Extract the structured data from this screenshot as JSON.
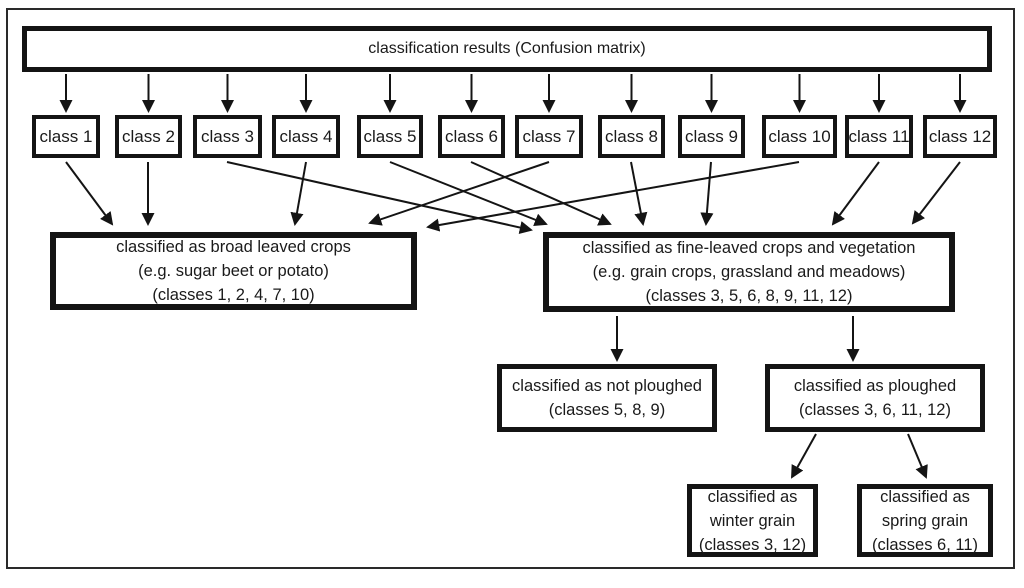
{
  "diagram": {
    "root_label": "classification results (Confusion matrix)",
    "classes": [
      "class 1",
      "class 2",
      "class 3",
      "class 4",
      "class 5",
      "class 6",
      "class 7",
      "class 8",
      "class 9",
      "class 10",
      "class 11",
      "class 12"
    ],
    "groups": {
      "broad": {
        "lines": [
          "classified as broad leaved crops",
          "(e.g. sugar beet or potato)",
          "(classes 1, 2, 4, 7, 10)"
        ],
        "member_classes": [
          1,
          2,
          4,
          7,
          10
        ]
      },
      "fine": {
        "lines": [
          "classified as fine-leaved crops and vegetation",
          "(e.g. grain crops, grassland and meadows)",
          "(classes 3, 5, 6, 8, 9, 11, 12)"
        ],
        "member_classes": [
          3,
          5,
          6,
          8,
          9,
          11,
          12
        ]
      },
      "not_ploughed": {
        "lines": [
          "classified as not ploughed",
          "(classes 5, 8, 9)"
        ],
        "member_classes": [
          5,
          8,
          9
        ]
      },
      "ploughed": {
        "lines": [
          "classified as ploughed",
          "(classes 3, 6, 11, 12)"
        ],
        "member_classes": [
          3,
          6,
          11,
          12
        ]
      },
      "winter": {
        "lines": [
          "classified as",
          "winter grain",
          "(classes 3, 12)"
        ],
        "member_classes": [
          3,
          12
        ]
      },
      "spring": {
        "lines": [
          "classified as",
          "spring grain",
          "(classes 6, 11)"
        ],
        "member_classes": [
          6,
          11
        ]
      }
    },
    "colors": {
      "line": "#141414",
      "background": "#ffffff",
      "text": "#1a1a1a"
    }
  }
}
